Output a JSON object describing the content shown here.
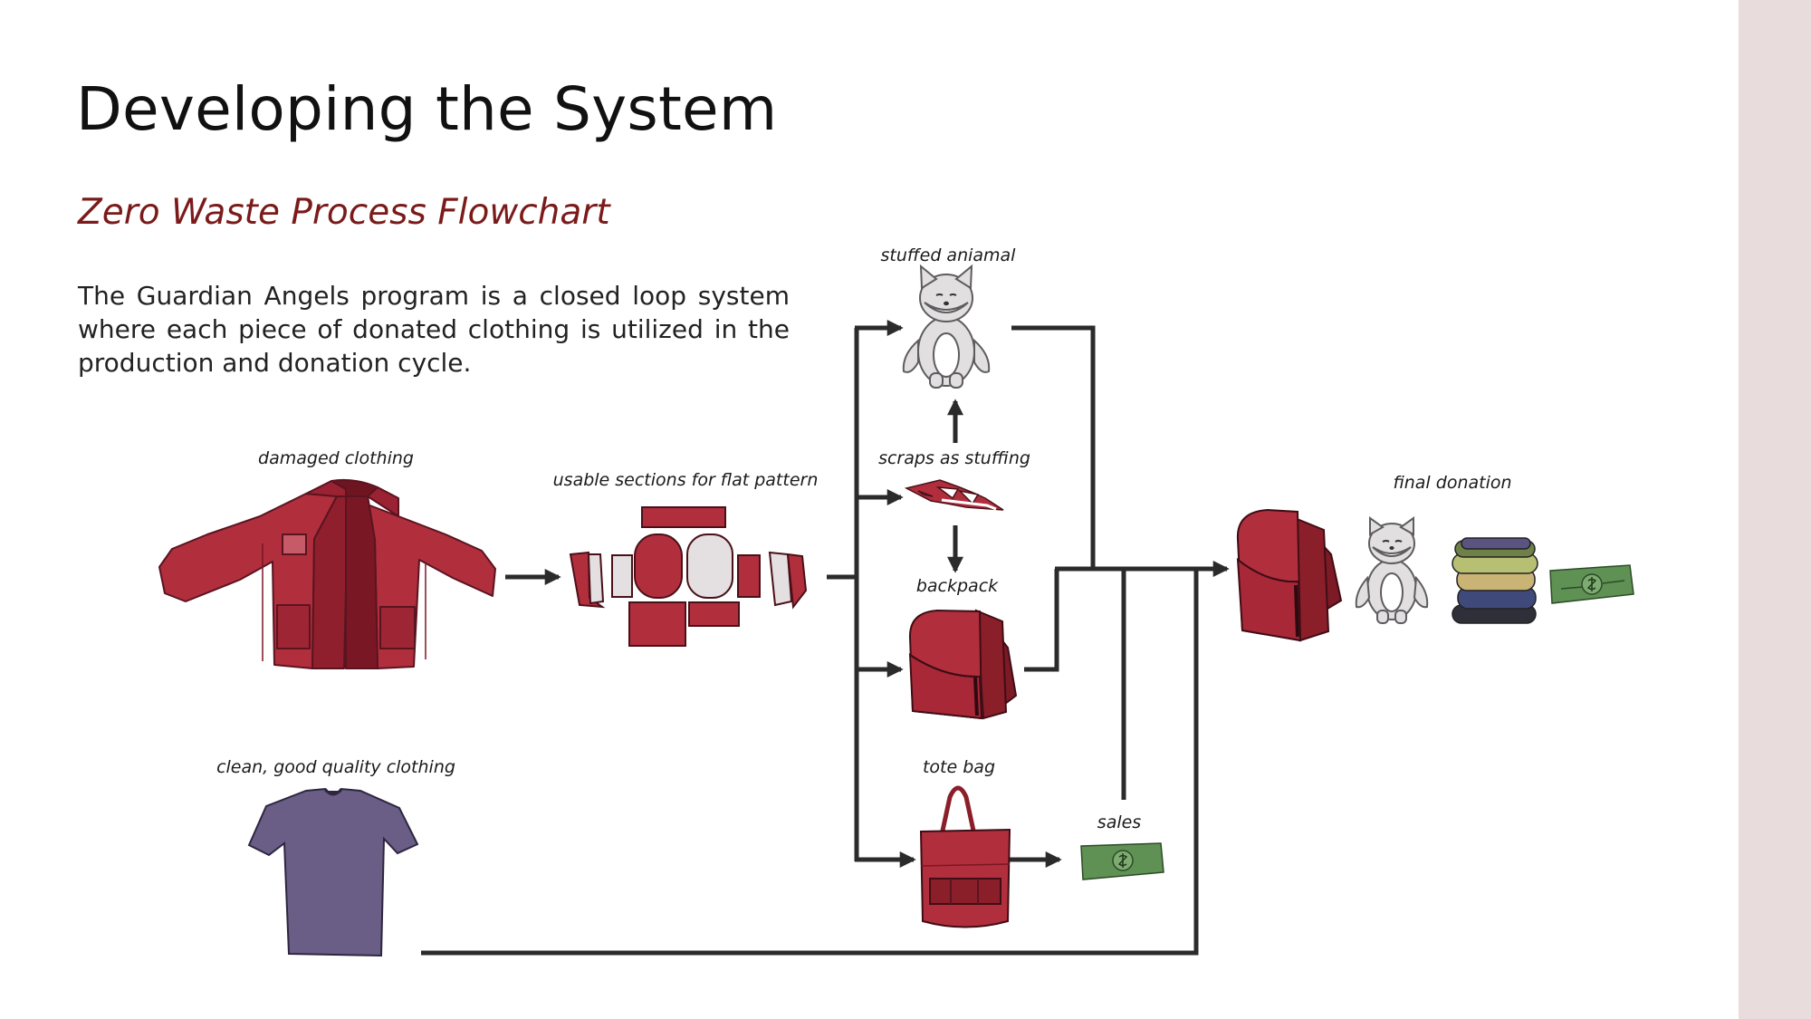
{
  "slide": {
    "title": "Developing the System",
    "subtitle": "Zero Waste Process Flowchart",
    "description": "The Guardian Angels program is a closed loop system where each piece of donated clothing is utilized in the production and donation cycle."
  },
  "flowchart": {
    "nodes": {
      "damaged_clothing": "damaged clothing",
      "usable_sections": "usable sections for flat pattern",
      "stuffed_animal": "stuffed aniamal",
      "scraps": "scraps as stuffing",
      "backpack": "backpack",
      "tote_bag": "tote bag",
      "sales": "sales",
      "final_donation": "final donation",
      "clean_clothing": "clean, good quality clothing"
    },
    "connections": [
      [
        "damaged_clothing",
        "usable_sections"
      ],
      [
        "usable_sections",
        "stuffed_animal"
      ],
      [
        "usable_sections",
        "scraps"
      ],
      [
        "usable_sections",
        "backpack"
      ],
      [
        "usable_sections",
        "tote_bag"
      ],
      [
        "scraps",
        "stuffed_animal"
      ],
      [
        "scraps",
        "backpack"
      ],
      [
        "tote_bag",
        "sales"
      ],
      [
        "stuffed_animal",
        "final_donation"
      ],
      [
        "backpack",
        "final_donation"
      ],
      [
        "sales",
        "final_donation"
      ],
      [
        "clean_clothing",
        "final_donation"
      ]
    ]
  },
  "colors": {
    "title": "#111111",
    "subtitle": "#7b1a1a",
    "fabric_red": "#b12e3d",
    "fabric_dark_red": "#8a1d2a",
    "shirt_purple": "#6a5d86",
    "money_green": "#5e9153",
    "plush_grey": "#e2dfe0",
    "connector": "#2b2b2b",
    "side_strip": "#e8dcdc"
  }
}
